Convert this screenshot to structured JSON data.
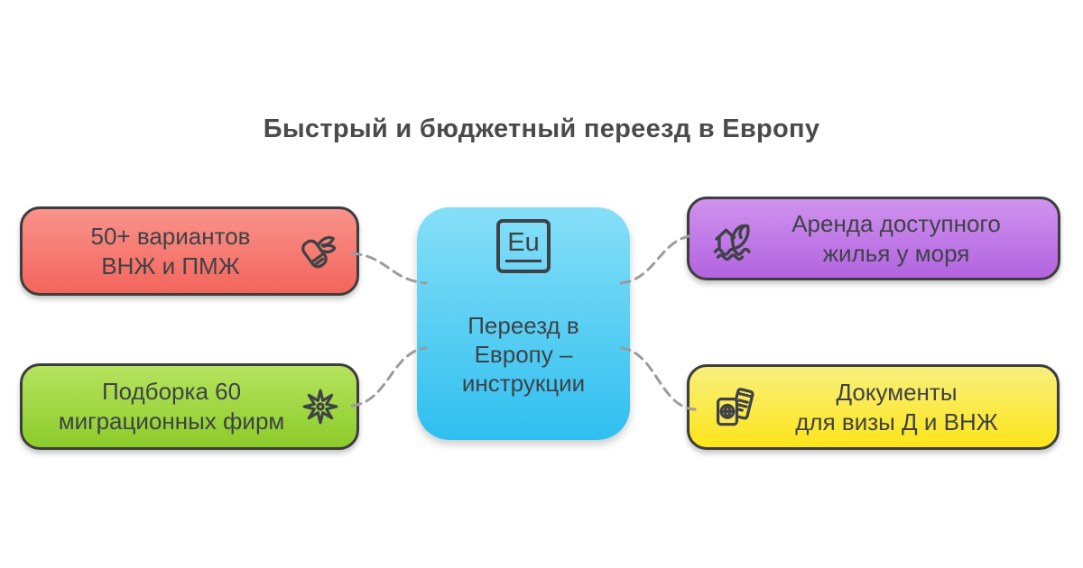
{
  "title": "Быстрый и бюджетный переезд в Европу",
  "colors": {
    "ink": "#3e4247",
    "node_border": "#3d3d3d",
    "connector": "#9c9c9c",
    "background": "#ffffff",
    "title_text": "#4a4a4a"
  },
  "center": {
    "icon": "eu-element-icon",
    "element_symbol": "Eu",
    "lines": [
      "Переезд в",
      "Европу –",
      "инструкции"
    ],
    "colors": {
      "top": "#86dff8",
      "bottom": "#2fbfef"
    }
  },
  "nodes": [
    {
      "id": "residence-permit-options",
      "lines": [
        "50+ вариантов",
        "ВНЖ и ПМЖ"
      ],
      "icon": "winged-passport-icon",
      "icon_side": "right",
      "colors": {
        "top": "#f9938b",
        "bottom": "#f3655c"
      }
    },
    {
      "id": "migration-firms",
      "lines": [
        "Подборка 60",
        "миграционных фирм"
      ],
      "icon": "eight-point-star-icon",
      "icon_side": "right",
      "colors": {
        "top": "#b6e35e",
        "bottom": "#8ccc2a"
      }
    },
    {
      "id": "seaside-rental",
      "lines": [
        "Аренда доступного",
        "жилья у моря"
      ],
      "icon": "house-wave-icon",
      "icon_side": "left",
      "colors": {
        "top": "#d092ee",
        "bottom": "#b264e0"
      }
    },
    {
      "id": "visa-documents",
      "lines": [
        "Документы",
        "для визы Д и ВНЖ"
      ],
      "icon": "passport-ticket-icon",
      "icon_side": "left",
      "colors": {
        "top": "#f8ef7d",
        "bottom": "#fee51a"
      }
    }
  ]
}
